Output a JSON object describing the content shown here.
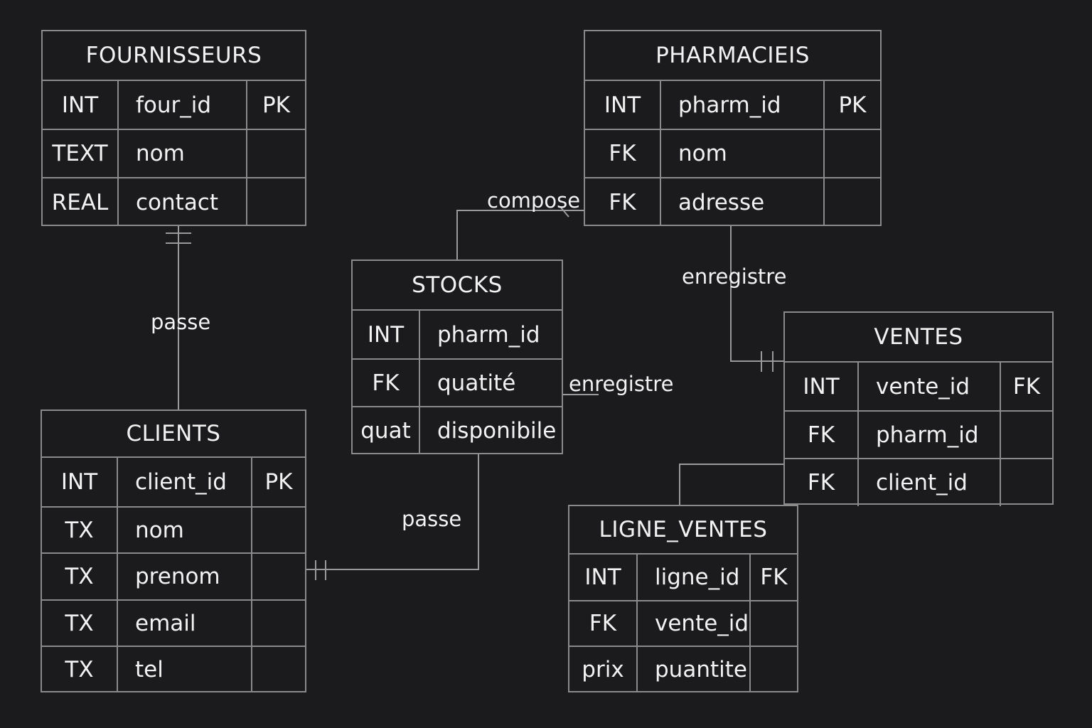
{
  "entities": {
    "fournisseurs": {
      "title": "FOURNISSEURS",
      "rows": [
        {
          "type": "INT",
          "name": "four_id",
          "key": "PK"
        },
        {
          "type": "TEXT",
          "name": "nom",
          "key": ""
        },
        {
          "type": "REAL",
          "name": "contact",
          "key": ""
        }
      ]
    },
    "pharmacieis": {
      "title": "PHARMACIEIS",
      "rows": [
        {
          "type": "INT",
          "name": "pharm_id",
          "key": "PK"
        },
        {
          "type": "FK",
          "name": "nom",
          "key": ""
        },
        {
          "type": "FK",
          "name": "adresse",
          "key": ""
        }
      ]
    },
    "stocks": {
      "title": "STOCKS",
      "rows": [
        {
          "type": "INT",
          "name": "pharm_id",
          "key": ""
        },
        {
          "type": "FK",
          "name": "quatité",
          "key": ""
        },
        {
          "type": "quat",
          "name": "disponibile",
          "key": ""
        }
      ]
    },
    "ventes": {
      "title": "VENTES",
      "rows": [
        {
          "type": "INT",
          "name": "vente_id",
          "key": "FK"
        },
        {
          "type": "FK",
          "name": "pharm_id",
          "key": ""
        },
        {
          "type": "FK",
          "name": "client_id",
          "key": ""
        }
      ]
    },
    "clients": {
      "title": "CLIENTS",
      "rows": [
        {
          "type": "INT",
          "name": "client_id",
          "key": "PK"
        },
        {
          "type": "TX",
          "name": "nom",
          "key": ""
        },
        {
          "type": "TX",
          "name": "prenom",
          "key": ""
        },
        {
          "type": "TX",
          "name": "email",
          "key": ""
        },
        {
          "type": "TX",
          "name": "tel",
          "key": ""
        }
      ]
    },
    "ligne_ventes": {
      "title": "LIGNE_VENTES",
      "rows": [
        {
          "type": "INT",
          "name": "ligne_id",
          "key": "FK"
        },
        {
          "type": "FK",
          "name": "vente_id",
          "key": ""
        },
        {
          "type": "prix",
          "name": "puantite",
          "key": ""
        }
      ]
    }
  },
  "relations": {
    "compose": "compose",
    "enregistre_pharm_ventes": "enregistre",
    "enregistre_stocks": "enregistre",
    "passe_fournisseurs": "passe",
    "passe_stocks_clients": "passe"
  }
}
